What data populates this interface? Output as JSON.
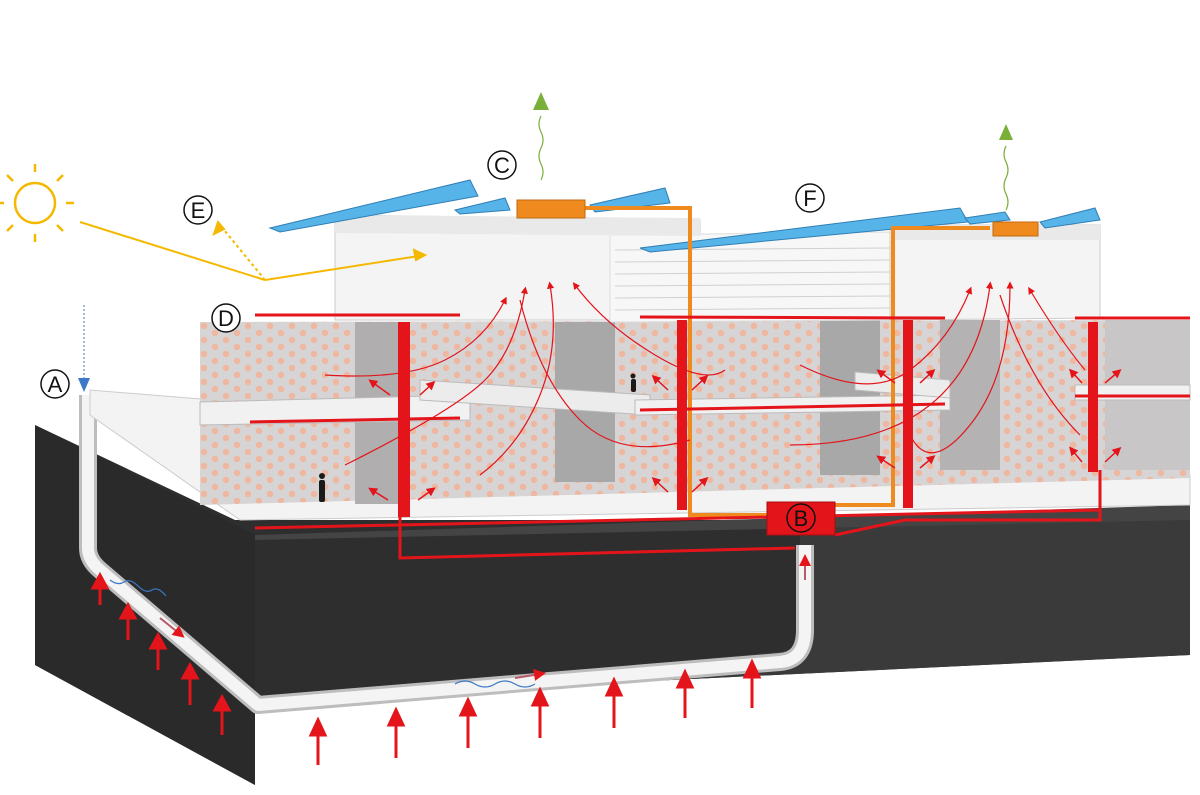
{
  "callouts": {
    "A": "A",
    "B": "B",
    "C": "C",
    "D": "D",
    "E": "E",
    "F": "F"
  },
  "colors": {
    "ground": "#3a3a3a",
    "ground_side": "#2a2a2a",
    "heat": "#e4141b",
    "heat_dots": "#f2b39a",
    "duct": "#ef8a1e",
    "exhaust": "#7ab03a",
    "solar_panel": "#56b4e9",
    "sun": "#f5b800",
    "water": "#3c78c8",
    "floor_fill": "#d6d4d4"
  },
  "icons": {
    "sun": "sun-icon",
    "ground_heat": "up-arrow-icon",
    "exhaust": "up-arrow-icon",
    "person": "person-icon"
  }
}
